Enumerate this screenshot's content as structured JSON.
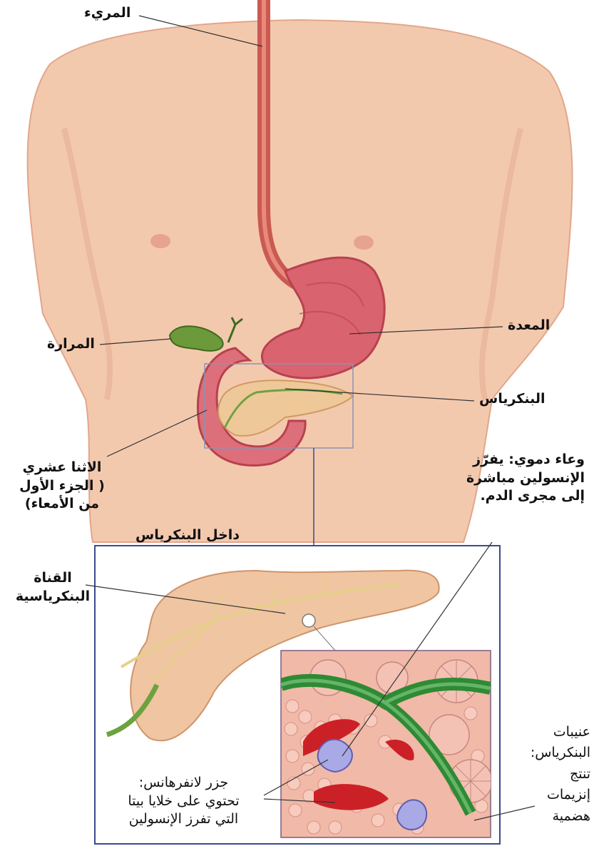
{
  "labels": {
    "esophagus": "المريء",
    "stomach": "المعدة",
    "gallbladder": "المرارة",
    "pancreas": "البنكرياس",
    "duodenum_l1": "الاثنا عشري",
    "duodenum_l2": "( الجزء الأول",
    "duodenum_l3": "من الأمعاء)",
    "blood_vessel_l1": "وعاء دموي: يفرّز",
    "blood_vessel_l2": "الإنسولين مباشرة",
    "blood_vessel_l3": "إلى مجرى الدم.",
    "inside_pancreas": "داخل البنكرياس",
    "duct_l1": "القناة",
    "duct_l2": "البنكرياسية",
    "acini_l1": "عنيبات",
    "acini_l2": "البنكرياس:",
    "acini_l3": "تنتج",
    "acini_l4": "إنزيمات",
    "acini_l5": "هضمية",
    "islets_l1": "جزر لانفرهانس:",
    "islets_l2": "تحتوي على خلايا بيتا",
    "islets_l3": "التي تفرز الإنسولين"
  },
  "colors": {
    "skin": "#f3c9ae",
    "skin_shadow": "#e3a98b",
    "organ_pink": "#d9646f",
    "organ_dark": "#b8414f",
    "pancreas_tan": "#efc89a",
    "duct_yellow": "#e6d08a",
    "vessel_green": "#2f8a34",
    "blood_red": "#cc2027",
    "gallbladder": "#6c9a3a",
    "tissue_bg": "#f1b9a8",
    "inset_frame": "#3c4a8c",
    "islet_blue": "#a9a9e6"
  }
}
